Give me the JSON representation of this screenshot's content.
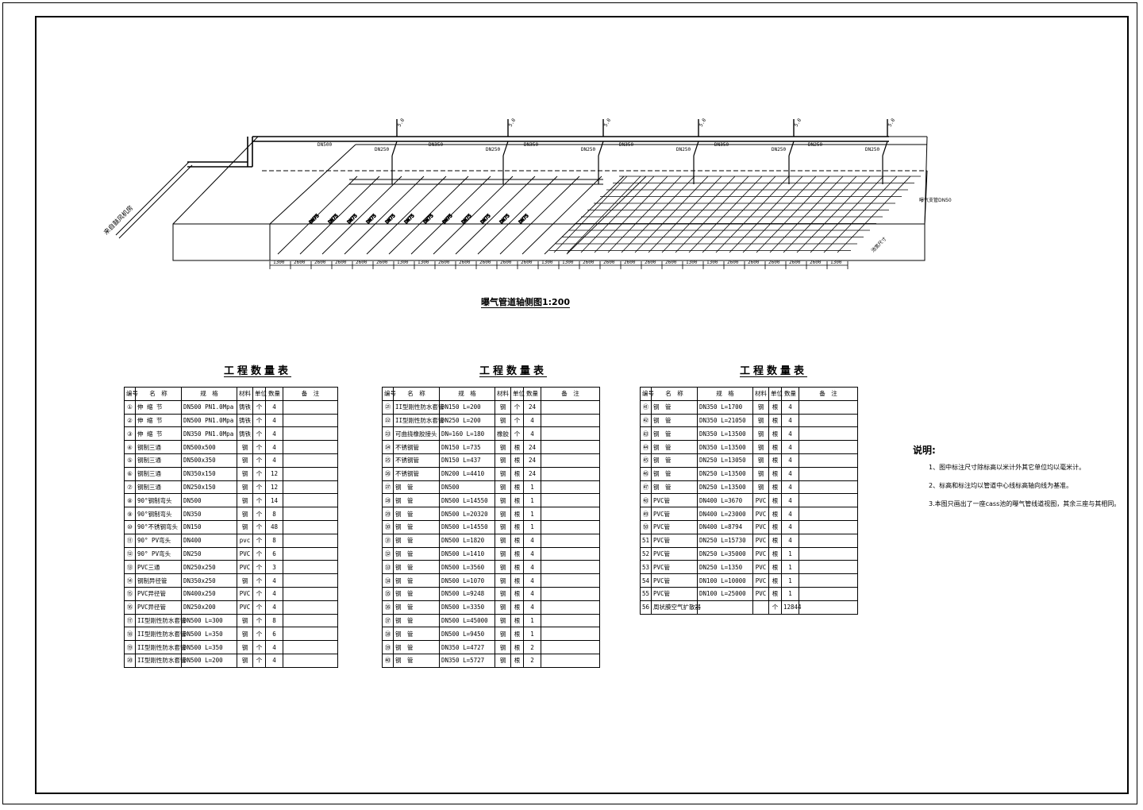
{
  "drawing": {
    "caption": "曝气管道轴侧图1:200",
    "inlet_label": "来自鼓风机房",
    "right_labels": [
      "曝气支管DN50",
      "池宽尺寸"
    ],
    "dims": [
      "1300",
      "2600",
      "2600",
      "2600",
      "2600",
      "2600",
      "1300",
      "1300",
      "2600",
      "2600",
      "2600",
      "2600",
      "2600",
      "1300",
      "1300",
      "2600",
      "2600",
      "2600",
      "2600",
      "2600",
      "1300",
      "1300",
      "2600",
      "2600",
      "2600",
      "2600",
      "2600",
      "1300"
    ],
    "branch_labels": [
      "DN250",
      "DN250",
      "DN250",
      "DN250",
      "DN250",
      "DN250"
    ],
    "header_labels": [
      "DN500",
      "DN350",
      "DN350",
      "DN350",
      "DN350",
      "DN250"
    ],
    "sub_labels": [
      "DN75",
      "DN75",
      "DN75",
      "DN75",
      "DN75",
      "DN75",
      "DN75",
      "DN75",
      "DN75",
      "DN75",
      "DN75",
      "DN75"
    ],
    "riser_labels": [
      "5.0",
      "5.0",
      "5.0",
      "5.0",
      "5.0",
      "5.0"
    ]
  },
  "table1": {
    "title": "工程数量表",
    "headers": [
      "编号",
      "名　称",
      "规　格",
      "材料",
      "单位",
      "数量",
      "备　注"
    ],
    "rows": [
      [
        "①",
        "伸 缩 节",
        "DN500 PN1.0Mpa",
        "铸铁",
        "个",
        "4",
        ""
      ],
      [
        "②",
        "伸 缩 节",
        "DN500 PN1.0Mpa",
        "铸铁",
        "个",
        "4",
        ""
      ],
      [
        "③",
        "伸 缩 节",
        "DN350 PN1.0Mpa",
        "铸铁",
        "个",
        "4",
        ""
      ],
      [
        "④",
        "钢制三通",
        "DN500x500",
        "钢",
        "个",
        "4",
        ""
      ],
      [
        "⑤",
        "钢制三通",
        "DN500x350",
        "钢",
        "个",
        "4",
        ""
      ],
      [
        "⑥",
        "钢制三通",
        "DN350x150",
        "钢",
        "个",
        "12",
        ""
      ],
      [
        "⑦",
        "钢制三通",
        "DN250x150",
        "钢",
        "个",
        "12",
        ""
      ],
      [
        "⑧",
        "90°钢制弯头",
        "DN500",
        "钢",
        "个",
        "14",
        ""
      ],
      [
        "⑨",
        "90°钢制弯头",
        "DN350",
        "钢",
        "个",
        "8",
        ""
      ],
      [
        "⑩",
        "90°不锈钢弯头",
        "DN150",
        "钢",
        "个",
        "48",
        ""
      ],
      [
        "⑪",
        "90° PV弯头",
        "DN400",
        "pvc",
        "个",
        "8",
        ""
      ],
      [
        "⑫",
        "90° PV弯头",
        "DN250",
        "PVC",
        "个",
        "6",
        ""
      ],
      [
        "⑬",
        "PVC三通",
        "DN250x250",
        "PVC",
        "个",
        "3",
        ""
      ],
      [
        "⑭",
        "钢制异径管",
        "DN350x250",
        "钢",
        "个",
        "4",
        ""
      ],
      [
        "⑮",
        "PVC异径管",
        "DN400x250",
        "PVC",
        "个",
        "4",
        ""
      ],
      [
        "⑯",
        "PVC异径管",
        "DN250x200",
        "PVC",
        "个",
        "4",
        ""
      ],
      [
        "⑰",
        "II型刚性防水套管",
        "DN500 L=300",
        "钢",
        "个",
        "8",
        ""
      ],
      [
        "⑱",
        "II型刚性防水套管",
        "DN500 L=350",
        "钢",
        "个",
        "6",
        ""
      ],
      [
        "⑲",
        "II型刚性防水套管",
        "DN500 L=350",
        "钢",
        "个",
        "4",
        ""
      ],
      [
        "⑳",
        "II型刚性防水套管",
        "DN500 L=200",
        "钢",
        "个",
        "4",
        ""
      ]
    ]
  },
  "table2": {
    "title": "工程数量表",
    "headers": [
      "编号",
      "名　称",
      "规　格",
      "材料",
      "单位",
      "数量",
      "备　注"
    ],
    "rows": [
      [
        "㉑",
        "II型刚性防水套管",
        "DN150 L=200",
        "钢",
        "个",
        "24",
        ""
      ],
      [
        "㉒",
        "II型刚性防水套管",
        "DN250 L=200",
        "钢",
        "个",
        "4",
        ""
      ],
      [
        "㉓",
        "可曲挠橡胶接头",
        "DN=160 L=180",
        "橡胶",
        "个",
        "4",
        ""
      ],
      [
        "㉔",
        "不锈钢管",
        "DN150 L=735",
        "钢",
        "根",
        "24",
        ""
      ],
      [
        "㉕",
        "不锈钢管",
        "DN150 L=437",
        "钢",
        "根",
        "24",
        ""
      ],
      [
        "㉖",
        "不锈钢管",
        "DN200 L=4410",
        "钢",
        "根",
        "24",
        ""
      ],
      [
        "㉗",
        "钢　管",
        "DN500",
        "钢",
        "根",
        "1",
        ""
      ],
      [
        "㉘",
        "钢　管",
        "DN500 L=14550",
        "钢",
        "根",
        "1",
        ""
      ],
      [
        "㉙",
        "钢　管",
        "DN500 L=20320",
        "钢",
        "根",
        "1",
        ""
      ],
      [
        "㉚",
        "钢　管",
        "DN500 L=14550",
        "钢",
        "根",
        "1",
        ""
      ],
      [
        "㉛",
        "钢　管",
        "DN500 L=1820",
        "钢",
        "根",
        "4",
        ""
      ],
      [
        "㉜",
        "钢　管",
        "DN500 L=1410",
        "钢",
        "根",
        "4",
        ""
      ],
      [
        "㉝",
        "钢　管",
        "DN500 L=3560",
        "钢",
        "根",
        "4",
        ""
      ],
      [
        "㉞",
        "钢　管",
        "DN500 L=1070",
        "钢",
        "根",
        "4",
        ""
      ],
      [
        "㉟",
        "钢　管",
        "DN500 L=9248",
        "钢",
        "根",
        "4",
        ""
      ],
      [
        "㊱",
        "钢　管",
        "DN500 L=3350",
        "钢",
        "根",
        "4",
        ""
      ],
      [
        "㊲",
        "钢　管",
        "DN500 L=45000",
        "钢",
        "根",
        "1",
        ""
      ],
      [
        "㊳",
        "钢　管",
        "DN500 L=9450",
        "钢",
        "根",
        "1",
        ""
      ],
      [
        "㊴",
        "钢　管",
        "DN350 L=4727",
        "钢",
        "根",
        "2",
        ""
      ],
      [
        "㊵",
        "钢　管",
        "DN350 L=5727",
        "钢",
        "根",
        "2",
        ""
      ]
    ]
  },
  "table3": {
    "title": "工程数量表",
    "headers": [
      "编号",
      "名　称",
      "规　格",
      "材料",
      "单位",
      "数量",
      "备　注"
    ],
    "rows": [
      [
        "㊶",
        "钢　管",
        "DN350 L=1700",
        "钢",
        "根",
        "4",
        ""
      ],
      [
        "㊷",
        "钢　管",
        "DN350 L=21050",
        "钢",
        "根",
        "4",
        ""
      ],
      [
        "㊸",
        "钢　管",
        "DN350 L=13500",
        "钢",
        "根",
        "4",
        ""
      ],
      [
        "㊹",
        "钢　管",
        "DN350 L=13500",
        "钢",
        "根",
        "4",
        ""
      ],
      [
        "㊺",
        "钢　管",
        "DN250 L=13050",
        "钢",
        "根",
        "4",
        ""
      ],
      [
        "㊻",
        "钢　管",
        "DN250 L=13500",
        "钢",
        "根",
        "4",
        ""
      ],
      [
        "㊼",
        "钢　管",
        "DN250 L=13500",
        "钢",
        "根",
        "4",
        ""
      ],
      [
        "㊽",
        "PVC管",
        "DN400 L=3670",
        "PVC",
        "根",
        "4",
        ""
      ],
      [
        "㊾",
        "PVC管",
        "DN400 L=23000",
        "PVC",
        "根",
        "4",
        ""
      ],
      [
        "㊿",
        "PVC管",
        "DN400 L=8794",
        "PVC",
        "根",
        "4",
        ""
      ],
      [
        "51",
        "PVC管",
        "DN250 L=15730",
        "PVC",
        "根",
        "4",
        ""
      ],
      [
        "52",
        "PVC管",
        "DN250 L=35000",
        "PVC",
        "根",
        "1",
        ""
      ],
      [
        "53",
        "PVC管",
        "DN250 L=1350",
        "PVC",
        "根",
        "1",
        ""
      ],
      [
        "54",
        "PVC管",
        "DN100 L=10000",
        "PVC",
        "根",
        "1",
        ""
      ],
      [
        "55",
        "PVC管",
        "DN100 L=25000",
        "PVC",
        "根",
        "1",
        ""
      ],
      [
        "56",
        "周状膜空气扩散器",
        "",
        "",
        "个",
        "12844",
        ""
      ]
    ]
  },
  "notes": {
    "head": "说明:",
    "lines": [
      "1、图中标注尺寸除标高以米计外其它单位均以毫米计。",
      "2、标高和标注均以管道中心线标高轴向线为基准。",
      "3.本图只画出了一座cass池的曝气管线道视图，其余三座与其相同。"
    ]
  }
}
